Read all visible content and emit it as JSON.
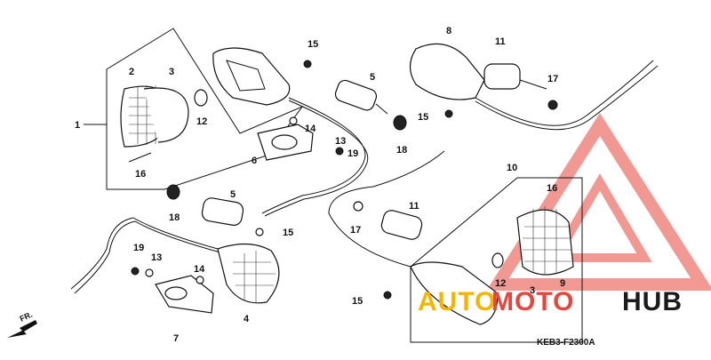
{
  "diagram_code": "KEB3-F2300A",
  "front_marker": "FR.",
  "watermark": {
    "part1": "AUTO",
    "part2": "MOTO",
    "part3": "HUB",
    "color_accent": "#e8453c",
    "color_gold": "#f5b400"
  },
  "callouts": {
    "c1": "1",
    "c2": "2",
    "c3": "3",
    "c12a": "12",
    "c16a": "16",
    "c15a": "15",
    "c5a": "5",
    "c14a": "14",
    "c13a": "13",
    "c6": "6",
    "c19a": "19",
    "c18a": "18",
    "c8": "8",
    "c11a": "11",
    "c17a": "17",
    "c15b": "15",
    "c10": "10",
    "c16b": "16",
    "c3b": "3",
    "c9": "9",
    "c12b": "12",
    "c18b": "18",
    "c5b": "5",
    "c15c": "15",
    "c17b": "17",
    "c11b": "11",
    "c19b": "19",
    "c13b": "13",
    "c14b": "14",
    "c4": "4",
    "c7": "7",
    "c15d": "15"
  }
}
